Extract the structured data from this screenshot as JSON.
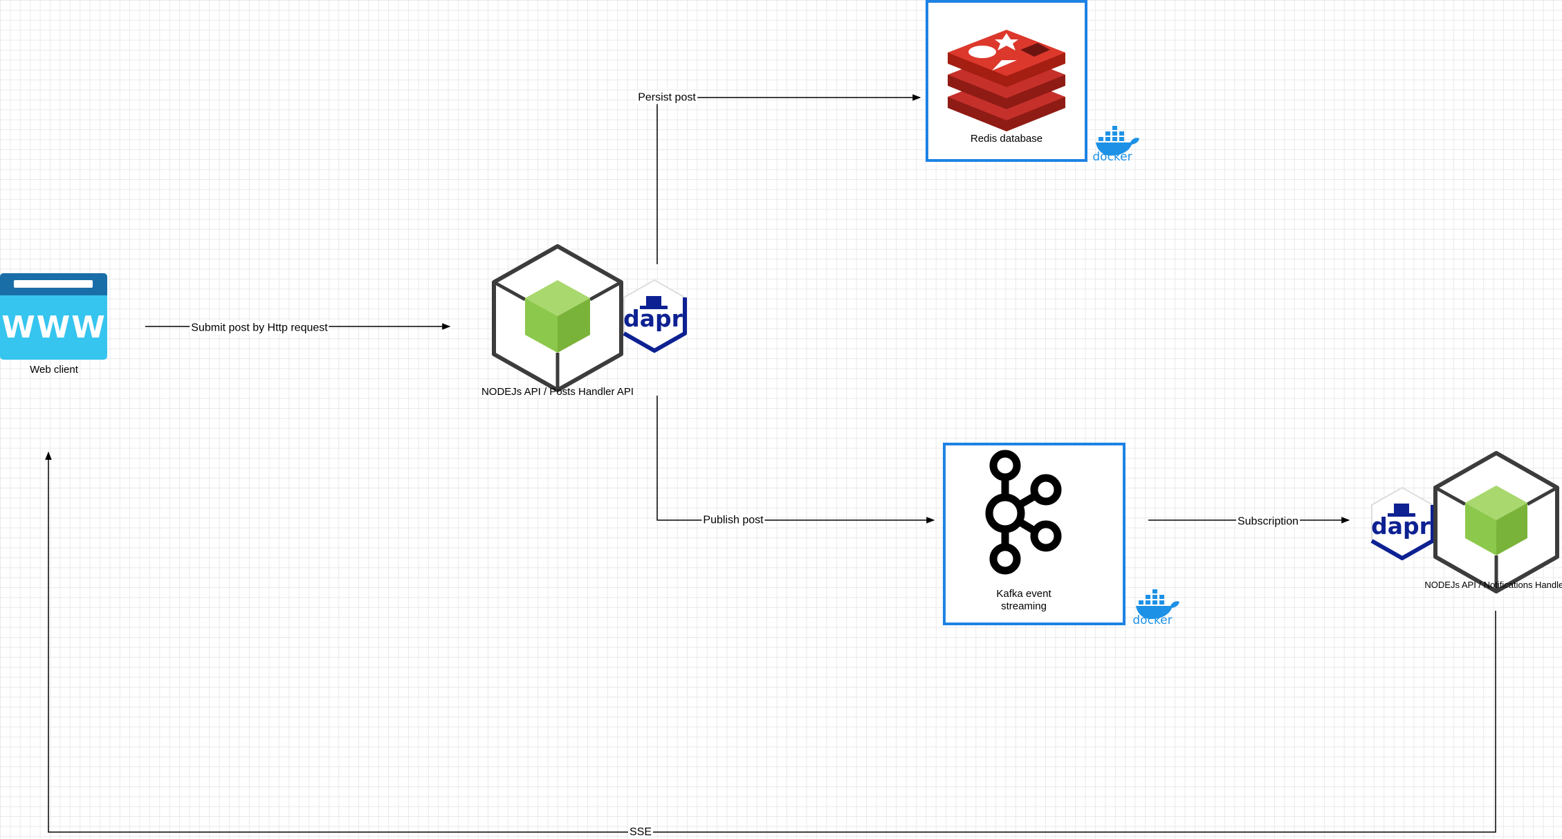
{
  "nodes": {
    "web_client": {
      "label": "Web client",
      "icon": "www-browser-icon",
      "banner": "WWW"
    },
    "posts_api": {
      "label": "NODEJs API / Posts Handler API",
      "icon": "nodejs-cube-icon",
      "sidecar": "dapr"
    },
    "redis": {
      "label": "Redis database",
      "icon": "redis-icon",
      "badge": "docker"
    },
    "kafka": {
      "label_line1": "Kafka event",
      "label_line2": "streaming",
      "icon": "kafka-icon",
      "badge": "docker"
    },
    "notifications_api": {
      "label": "NODEJs API / Notifications Handler",
      "icon": "nodejs-cube-icon",
      "sidecar": "dapr"
    }
  },
  "edges": {
    "submit": "Submit post by Http request",
    "persist": "Persist post",
    "publish": "Publish post",
    "subscription": "Subscription",
    "sse": "SSE"
  },
  "colors": {
    "browser_blue": "#36c5ef",
    "browser_bar": "#1a6ea8",
    "node_green": "#8cc84b",
    "node_dark": "#3c3c3c",
    "dapr_navy": "#0d2192",
    "redis_red": "#c6302b",
    "redis_dark": "#8f1b15",
    "docker_blue": "#1d91e6",
    "box_blue": "#1e82e3",
    "kafka_black": "#000000"
  }
}
